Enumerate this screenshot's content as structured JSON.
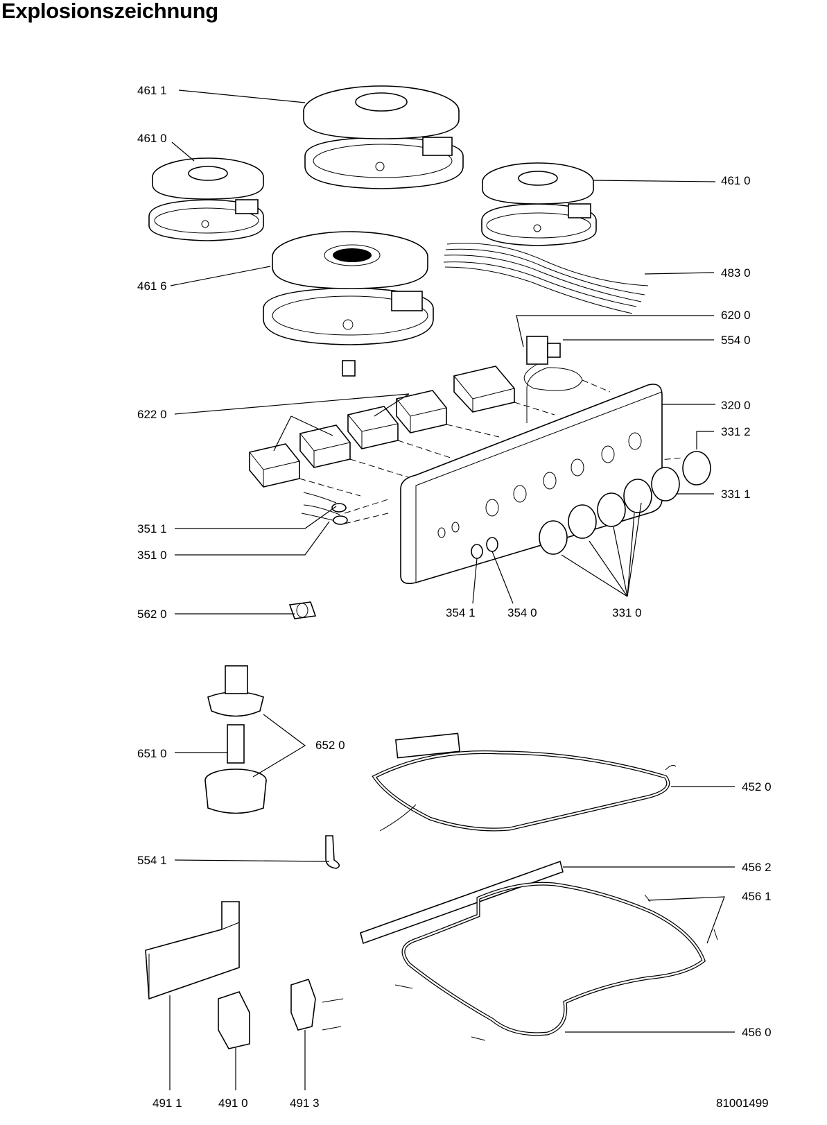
{
  "title": "Explosionszeichnung",
  "drawing_number": "81001499",
  "parts": {
    "p4611": "461 1",
    "p4610a": "461 0",
    "p4610b": "461 0",
    "p4616": "461 6",
    "p4830": "483 0",
    "p6200": "620 0",
    "p5540": "554 0",
    "p6220": "622 0",
    "p3200": "320 0",
    "p3312": "331 2",
    "p3311": "331 1",
    "p3511": "351 1",
    "p3510": "351 0",
    "p5620": "562 0",
    "p3541": "354 1",
    "p3540": "354 0",
    "p3310": "331 0",
    "p6520": "652 0",
    "p6510": "651 0",
    "p4520": "452 0",
    "p5541": "554 1",
    "p4562": "456 2",
    "p4561": "456 1",
    "p4560": "456 0",
    "p4911": "491 1",
    "p4910": "491 0",
    "p4913": "491 3"
  }
}
